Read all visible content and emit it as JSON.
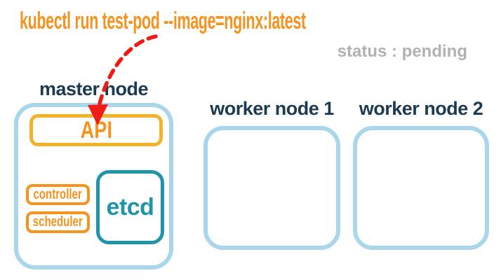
{
  "title": {
    "command": "kubectl run test-pod --image=nginx:latest"
  },
  "status": {
    "text": "status : pending"
  },
  "master_node": {
    "label": "master node",
    "components": {
      "api": "API",
      "controller": "controller",
      "scheduler": "scheduler",
      "etcd": "etcd"
    }
  },
  "worker_nodes": [
    {
      "label": "worker node 1"
    },
    {
      "label": "worker node 2"
    }
  ],
  "colors": {
    "command_orange": "#F6921E",
    "status_gray": "#B1B1B3",
    "node_border_blue": "#A9D6EB",
    "label_navy": "#1C3A52",
    "api_border_gold": "#F3B229",
    "component_orange": "#F6921E",
    "etcd_teal": "#2095A9",
    "arrow_red": "#EE1B17"
  }
}
